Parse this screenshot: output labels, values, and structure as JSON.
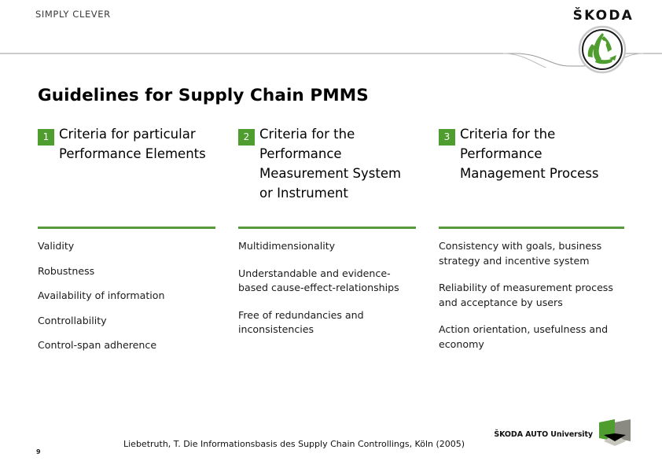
{
  "header": {
    "tagline": "SIMPLY CLEVER",
    "brand": "ŠKODA",
    "emblem_icon": "skoda-winged-arrow-emblem",
    "rule_color": "#9a9a9a"
  },
  "title": "Guidelines for Supply Chain PMMS",
  "accent_color": "#4f9c2f",
  "divider_color": "#579a3e",
  "columns": [
    {
      "number": "1",
      "heading": "Criteria for particular Performance Elements",
      "items": [
        "Validity",
        "Robustness",
        "Availability of information",
        "Controllability",
        "Control-span adherence"
      ]
    },
    {
      "number": "2",
      "heading": "Criteria for the Performance Measurement System or Instrument",
      "items": [
        "Multidimensionality",
        "Understandable and evidence-based cause-effect-relationships",
        "Free of redundancies and inconsistencies"
      ]
    },
    {
      "number": "3",
      "heading": "Criteria for the Performance Management Process",
      "items": [
        "Consistency with goals, business strategy and incentive system",
        "Reliability of measurement process and acceptance by users",
        "Action orientation, usefulness and economy"
      ]
    }
  ],
  "footer": {
    "page_number": "9",
    "citation": "Liebetruth, T. Die Informationsbasis des Supply Chain Controllings, Köln (2005)",
    "university": "ŠKODA AUTO University",
    "university_logo_icon": "skoda-auto-university-logo"
  }
}
